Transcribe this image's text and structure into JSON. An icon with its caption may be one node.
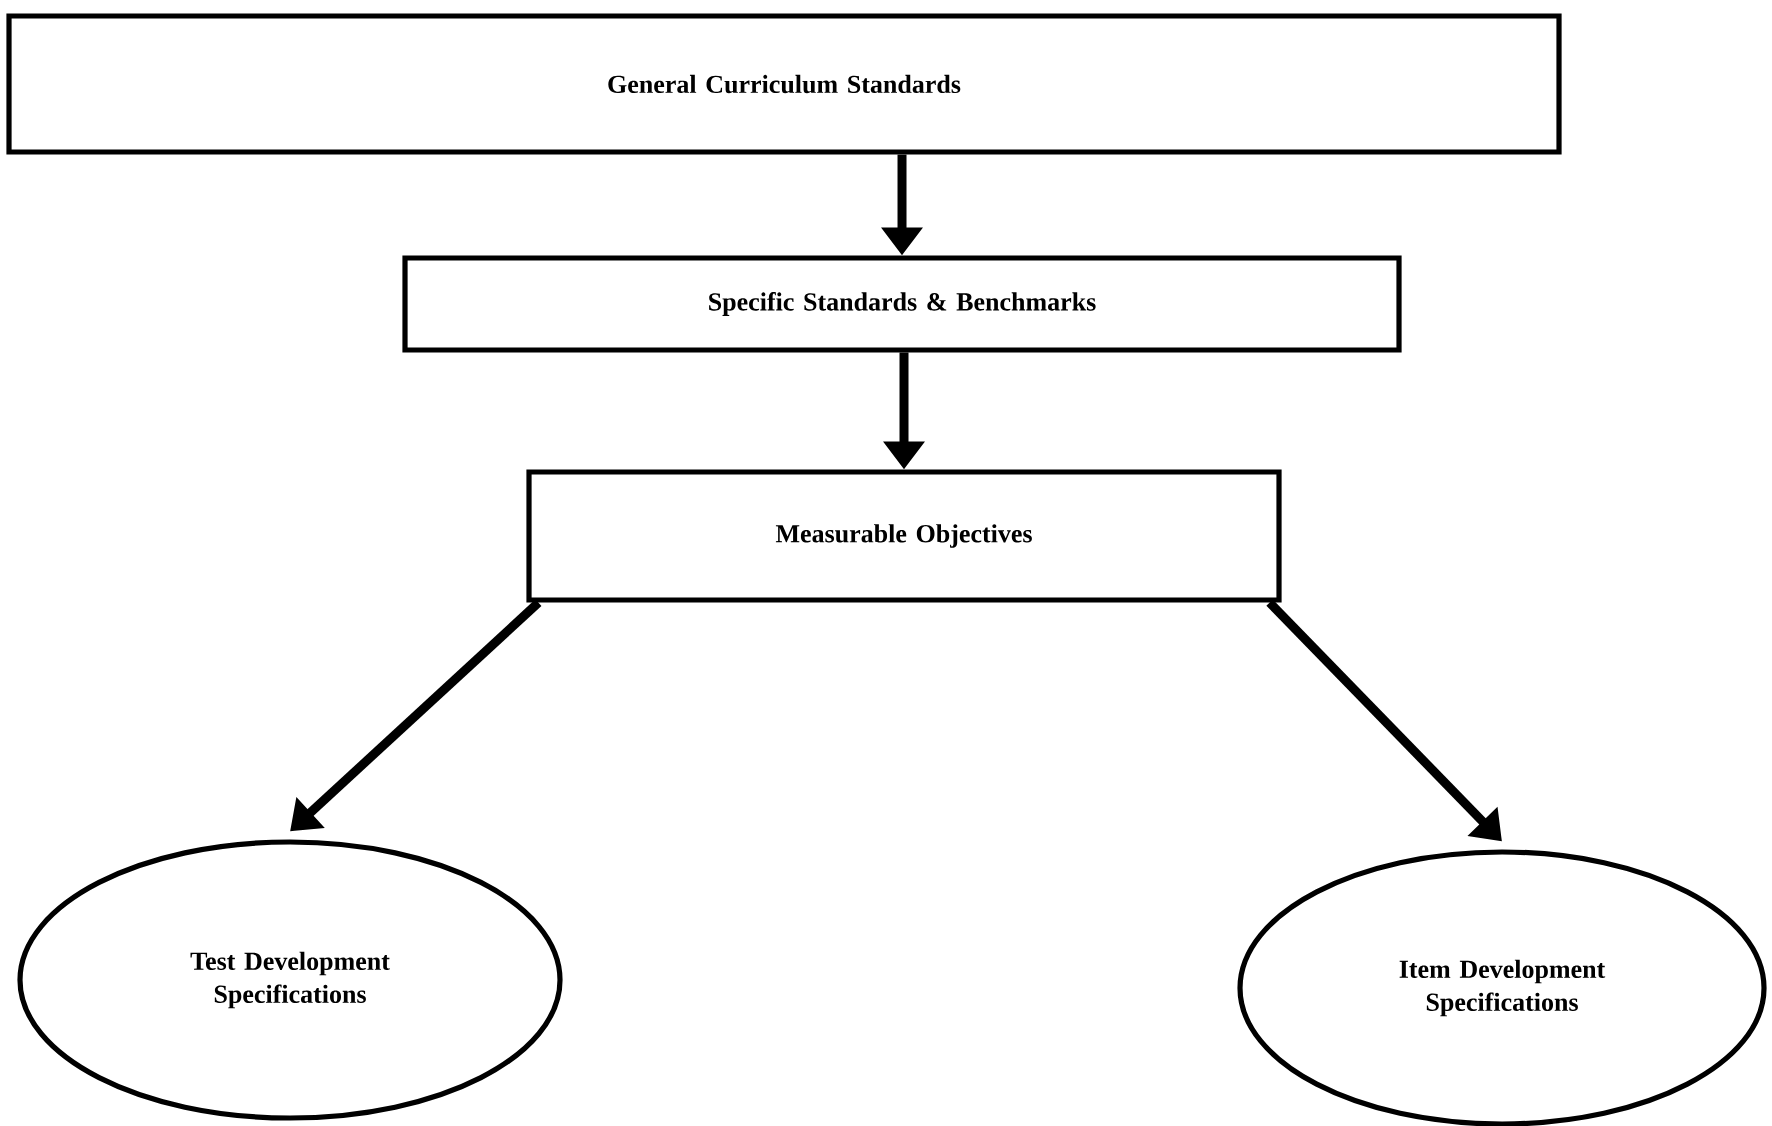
{
  "diagram": {
    "nodes": [
      {
        "text": [
          "General Curriculum Standards"
        ]
      },
      {
        "text": [
          "Specific Standards & Benchmarks"
        ]
      },
      {
        "text": [
          "Measurable Objectives"
        ]
      },
      {
        "text": [
          "Test Development Specifications"
        ]
      },
      {
        "text": [
          "Item Development Specifications"
        ]
      }
    ],
    "edges": [
      {
        "from": 0,
        "to": 1,
        "arrow": "to"
      },
      {
        "from": 1,
        "to": 2,
        "arrow": "to"
      },
      {
        "from": 2,
        "to": 3,
        "arrow": "to"
      },
      {
        "from": 2,
        "to": 4,
        "arrow": "to"
      }
    ]
  }
}
